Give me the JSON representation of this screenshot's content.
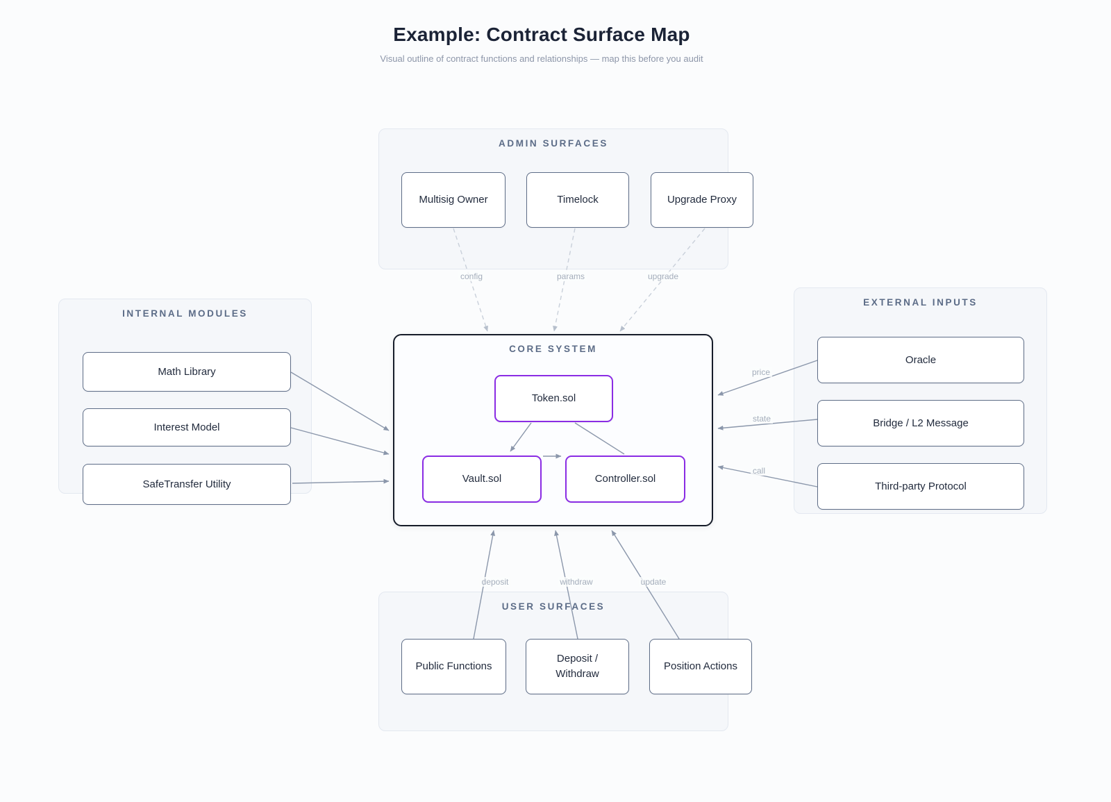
{
  "title": "Example: Contract Surface Map",
  "subtitle": "Visual outline of contract functions and relationships — map this before you audit",
  "groups": {
    "admin": {
      "title": "ADMIN SURFACES",
      "nodes": [
        {
          "label": "Multisig Owner"
        },
        {
          "label": "Timelock"
        },
        {
          "label": "Upgrade Proxy"
        }
      ]
    },
    "internal": {
      "title": "INTERNAL MODULES",
      "nodes": [
        {
          "label": "Math Library"
        },
        {
          "label": "Interest Model"
        },
        {
          "label": "SafeTransfer Utility"
        }
      ]
    },
    "external": {
      "title": "EXTERNAL INPUTS",
      "nodes": [
        {
          "label": "Oracle"
        },
        {
          "label": "Bridge / L2 Message"
        },
        {
          "label": "Third-party Protocol"
        }
      ]
    },
    "user": {
      "title": "USER SURFACES",
      "nodes": [
        {
          "label": "Public Functions"
        },
        {
          "label": "Deposit / Withdraw"
        },
        {
          "label": "Position Actions"
        }
      ]
    }
  },
  "core": {
    "title": "CORE SYSTEM",
    "nodes": [
      {
        "label": "Token.sol"
      },
      {
        "label": "Vault.sol"
      },
      {
        "label": "Controller.sol"
      }
    ]
  },
  "edge_labels": {
    "config": "config",
    "params": "params",
    "upgrade": "upgrade",
    "price": "price",
    "state": "state",
    "call": "call",
    "deposit": "deposit",
    "withdraw": "withdraw",
    "update": "update"
  },
  "colors": {
    "accent_purple": "#8a2ce4",
    "core_border": "#161c29",
    "node_border": "#5e6d87",
    "edge_solid": "#8b97ab",
    "edge_dashed": "#c9d0da",
    "group_header": "#5c6c87",
    "background": "#fbfcfd"
  }
}
